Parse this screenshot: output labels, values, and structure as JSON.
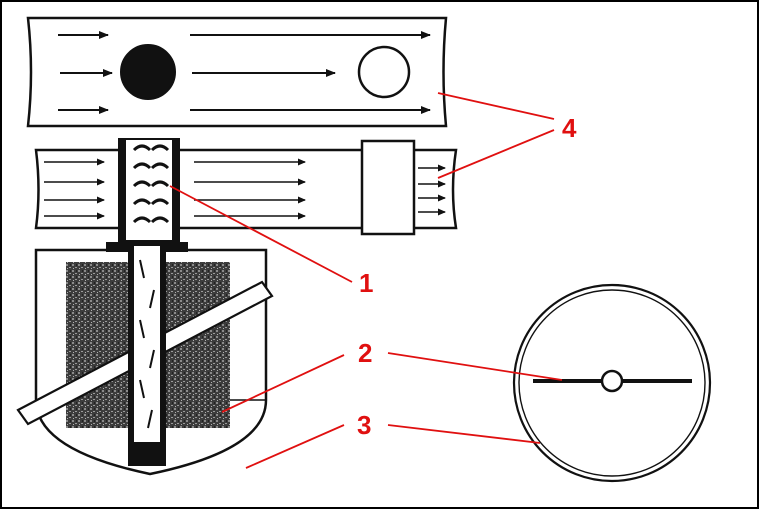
{
  "colors": {
    "frame": "#000000",
    "line": "#111111",
    "callout": "#e01010",
    "label": "#e01010",
    "fill_dark": "#111111",
    "texture": "#5a5a5a",
    "background": "#ffffff"
  },
  "labels": {
    "one": "1",
    "two": "2",
    "three": "3",
    "four": "4"
  }
}
